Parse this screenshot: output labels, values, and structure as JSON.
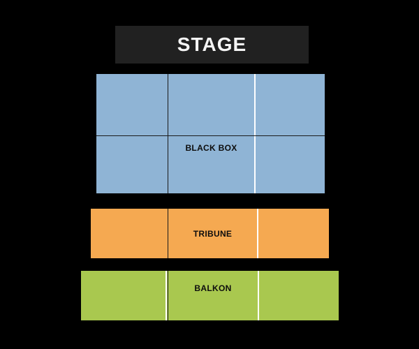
{
  "background_color": "#000000",
  "stage": {
    "label": "STAGE",
    "bg_color": "#212121",
    "text_color": "#f5f5f5"
  },
  "sections": [
    {
      "id": "black-box",
      "label": "BLACK BOX",
      "color": "#8fb4d5",
      "rows": 2,
      "columns": 3
    },
    {
      "id": "tribune",
      "label": "TRIBUNE",
      "color": "#f5a951",
      "rows": 1,
      "columns": 3
    },
    {
      "id": "balkon",
      "label": "BALKON",
      "color": "#a9c84f",
      "rows": 1,
      "columns": 3
    }
  ],
  "divider_colors": {
    "dark": "#1a1a1a",
    "light": "#ffffff"
  }
}
